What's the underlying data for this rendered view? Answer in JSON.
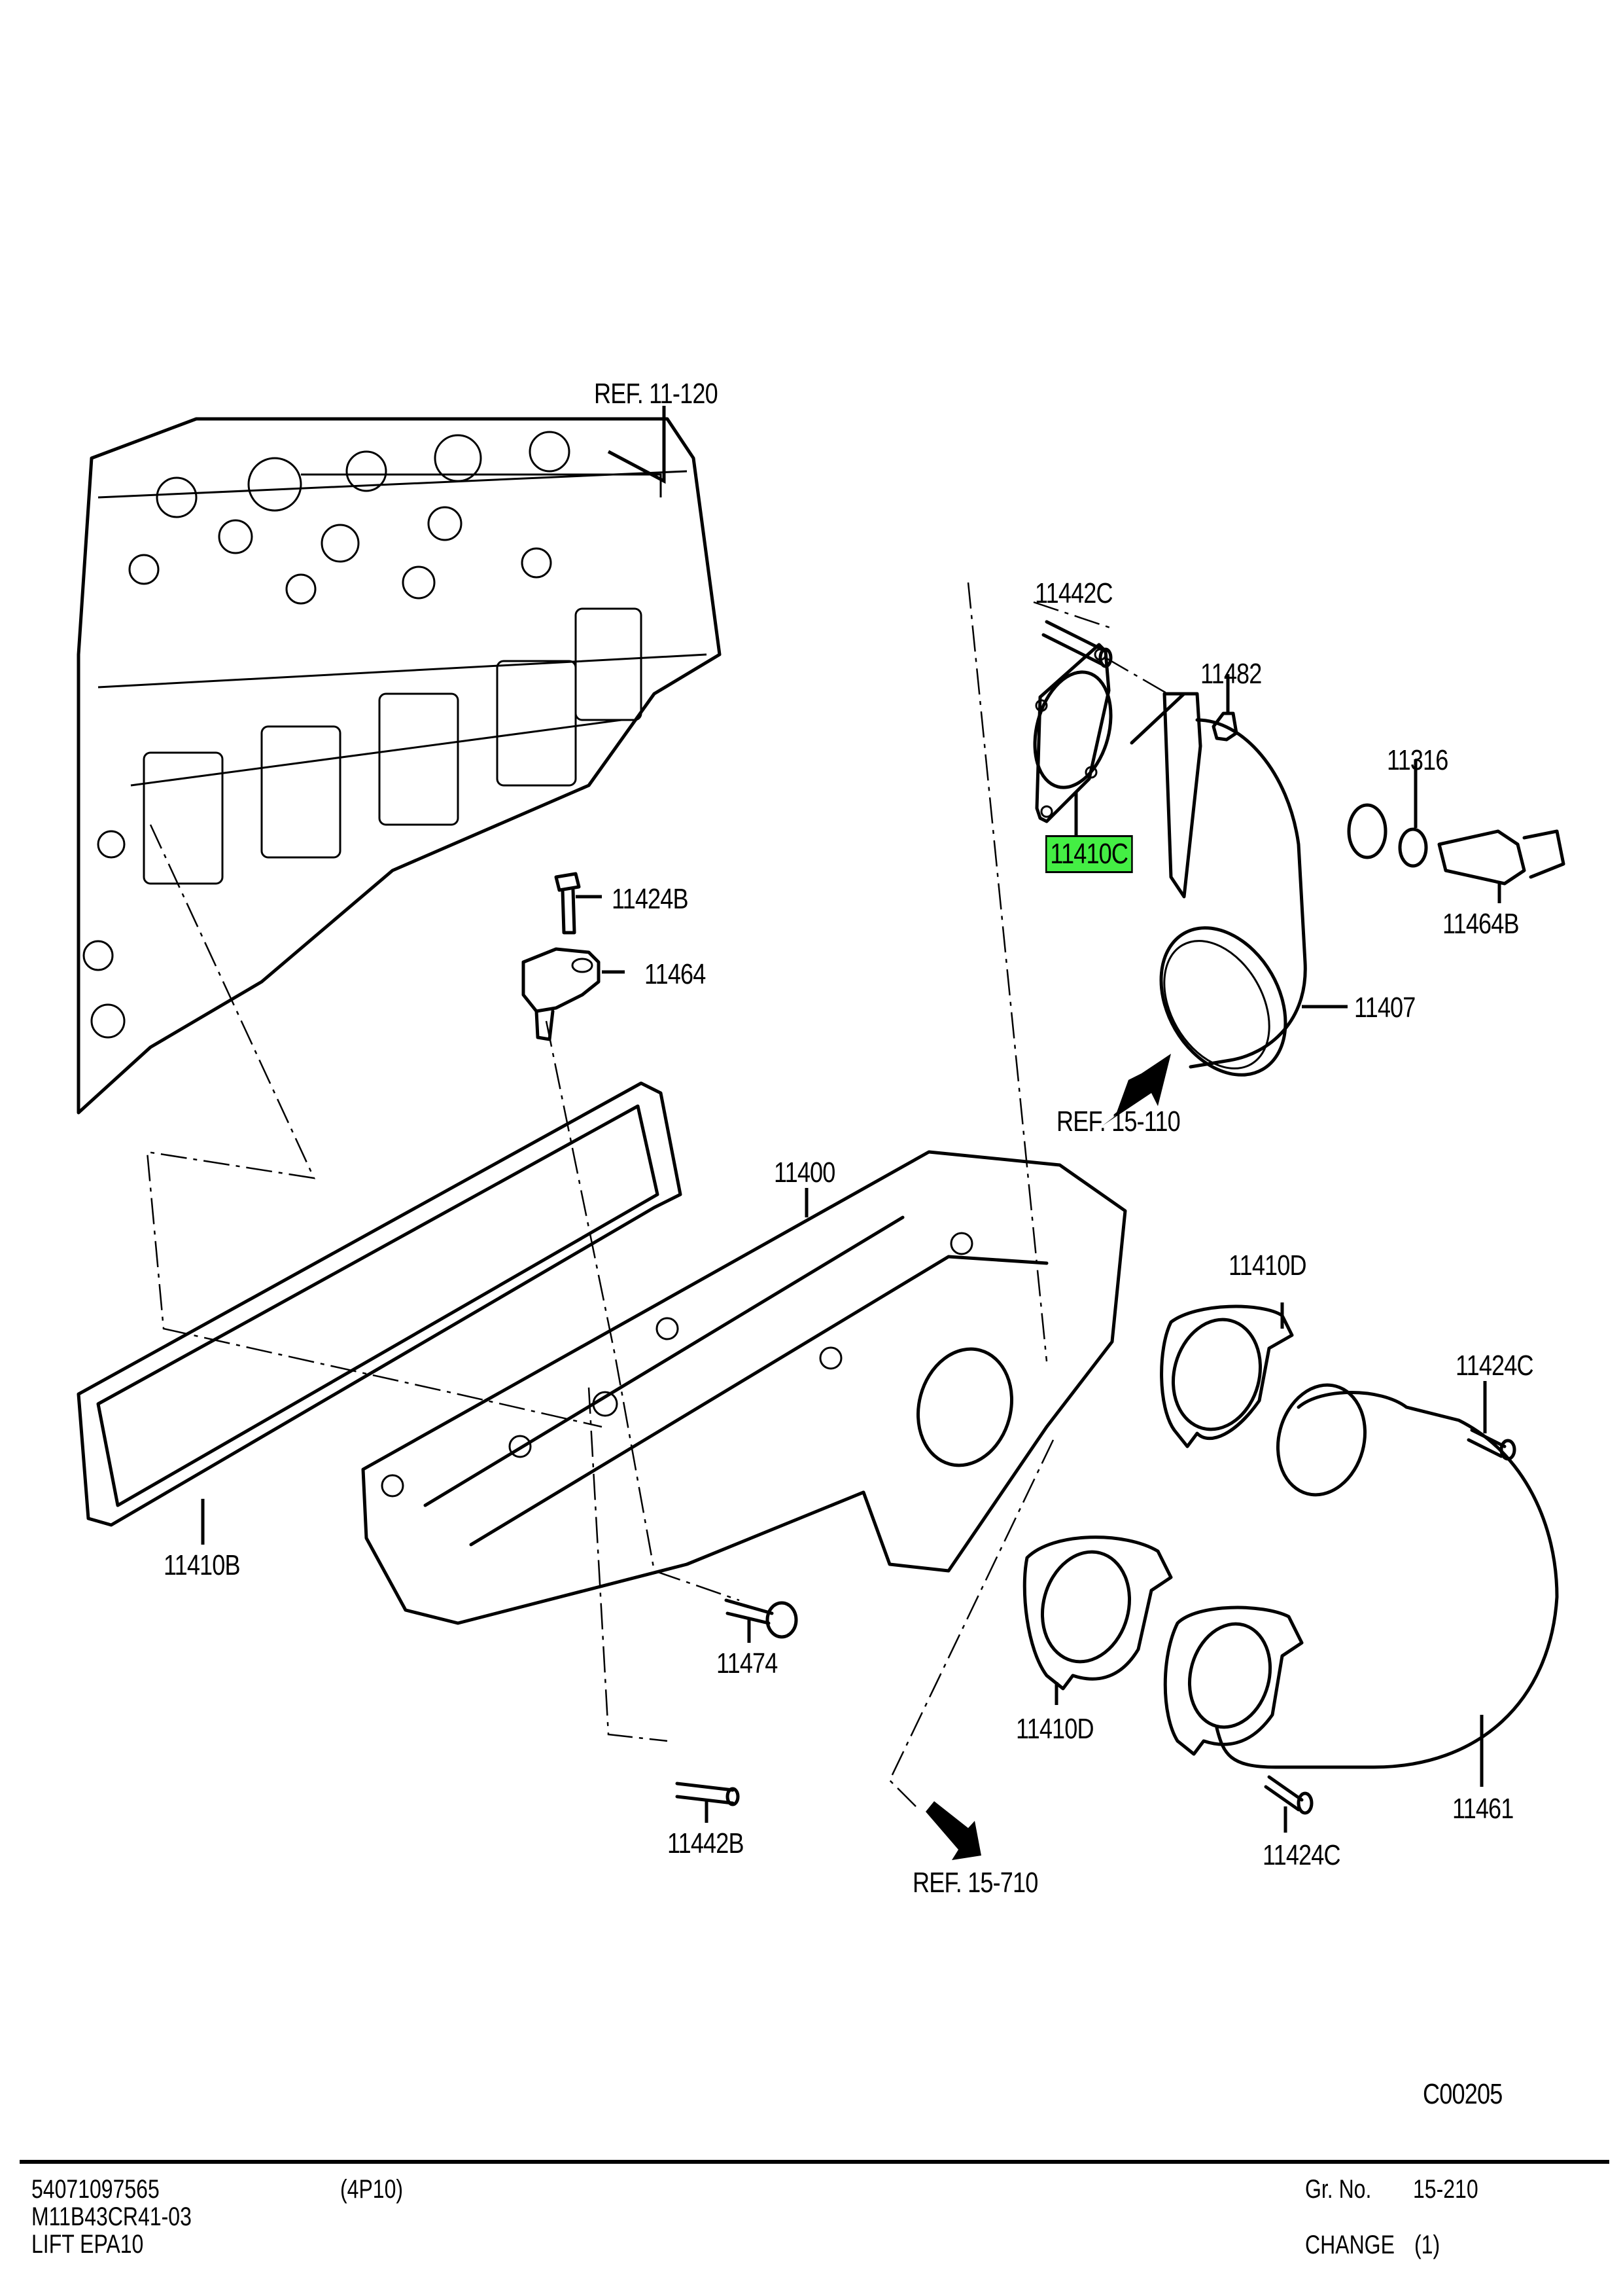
{
  "document": {
    "type": "Exploded parts diagram",
    "drawing_code": "C00205",
    "highlight_color": "#44ee44"
  },
  "references": [
    {
      "id": "ref-11-120",
      "text": "REF. 11-120"
    },
    {
      "id": "ref-15-110",
      "text": "REF. 15-110"
    },
    {
      "id": "ref-15-710",
      "text": "REF. 15-710"
    }
  ],
  "callouts": {
    "p11442C": "11442C",
    "p11482": "11482",
    "p11316": "11316",
    "p11410C": "11410C",
    "p11464B": "11464B",
    "p11407": "11407",
    "p11424B": "11424B",
    "p11464": "11464",
    "p11400": "11400",
    "p11410D_top": "11410D",
    "p11424C_top": "11424C",
    "p11410B": "11410B",
    "p11474": "11474",
    "p11410D_bottom": "11410D",
    "p11461": "11461",
    "p11442B": "11442B",
    "p11424C_bottom": "11424C"
  },
  "highlighted_part": "11410C",
  "footer": {
    "serial": "54071097565",
    "engine": "(4P10)",
    "model": "M11B43CR41-03",
    "spec": "LIFT EPA10",
    "group_label": "Gr. No.",
    "group_value": "15-210",
    "change_label": "CHANGE",
    "change_value": "(1)"
  }
}
